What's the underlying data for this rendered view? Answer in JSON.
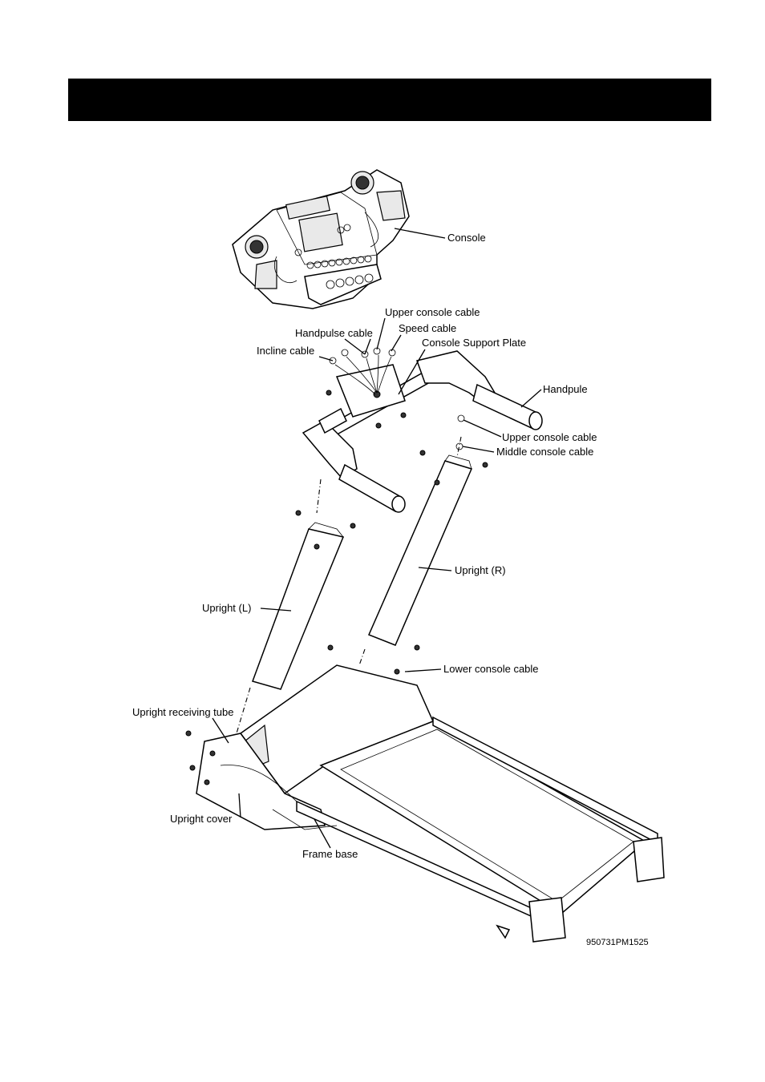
{
  "labels": {
    "console": "Console",
    "upper_console_cable_top": "Upper console cable",
    "speed_cable": "Speed cable",
    "handpulse_cable": "Handpulse cable",
    "console_support_plate": "Console Support Plate",
    "incline_cable": "Incline cable",
    "handpule": "Handpule",
    "upper_console_cable": "Upper console cable",
    "middle_console_cable": "Middle console cable",
    "upright_r": "Upright (R)",
    "upright_l": "Upright (L)",
    "lower_console_cable": "Lower console cable",
    "upright_receiving_tube": "Upright receiving tube",
    "upright_cover": "Upright cover",
    "frame_base": "Frame base"
  },
  "part_code": "950731PM1525"
}
